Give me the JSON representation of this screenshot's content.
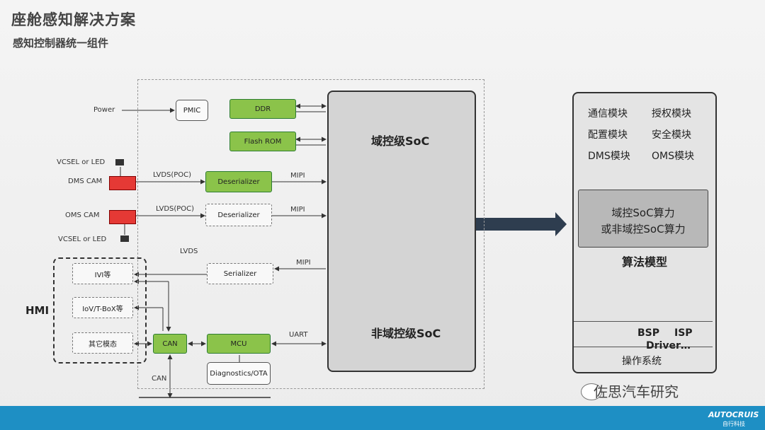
{
  "header": {
    "title": "座舱感知解决方案",
    "subtitle": "感知控制器统一组件"
  },
  "left_labels": {
    "power": "Power",
    "vcsel_top": "VCSEL or LED",
    "dms_cam": "DMS CAM",
    "oms_cam": "OMS CAM",
    "vcsel_bottom": "VCSEL or LED",
    "lvds": "LVDS",
    "hmi": "HMI",
    "can_bottom": "CAN"
  },
  "blocks": {
    "pmic": "PMIC",
    "ddr": "DDR",
    "flash_rom": "Flash ROM",
    "deserializer_dms": "Deserializer",
    "deserializer_oms": "Deserializer",
    "serializer": "Serializer",
    "can": "CAN",
    "mcu": "MCU",
    "diagnostics": "Diagnostics/OTA",
    "ivi": "IVI等",
    "iov": "IoV/T-BoX等",
    "other": "其它模态"
  },
  "links": {
    "lvds_poc_1": "LVDS(POC)",
    "lvds_poc_2": "LVDS(POC)",
    "mipi_1": "MIPI",
    "mipi_2": "MIPI",
    "mipi_3": "MIPI",
    "uart": "UART"
  },
  "soc": {
    "domain": "域控级SoC",
    "non_domain": "非域控级SoC"
  },
  "right_panel": {
    "modules": [
      "通信模块",
      "授权模块",
      "配置模块",
      "安全模块",
      "DMS模块",
      "OMS模块"
    ],
    "compute_line1": "域控SoC算力",
    "compute_line2": "或非域控SoC算力",
    "algorithm": "算法模型",
    "bsp": "BSP",
    "isp": "ISP",
    "driver": "Driver…",
    "os": "操作系统"
  },
  "footer": {
    "wechat": "佐思汽车研究",
    "brand": "AUTOCRUIS",
    "brand_sub": "自行科技"
  },
  "colors": {
    "green": "#8bc34a",
    "blue_bar": "#1e8fc4",
    "arrow": "#2e3d4f",
    "cam_red": "#e53935"
  }
}
